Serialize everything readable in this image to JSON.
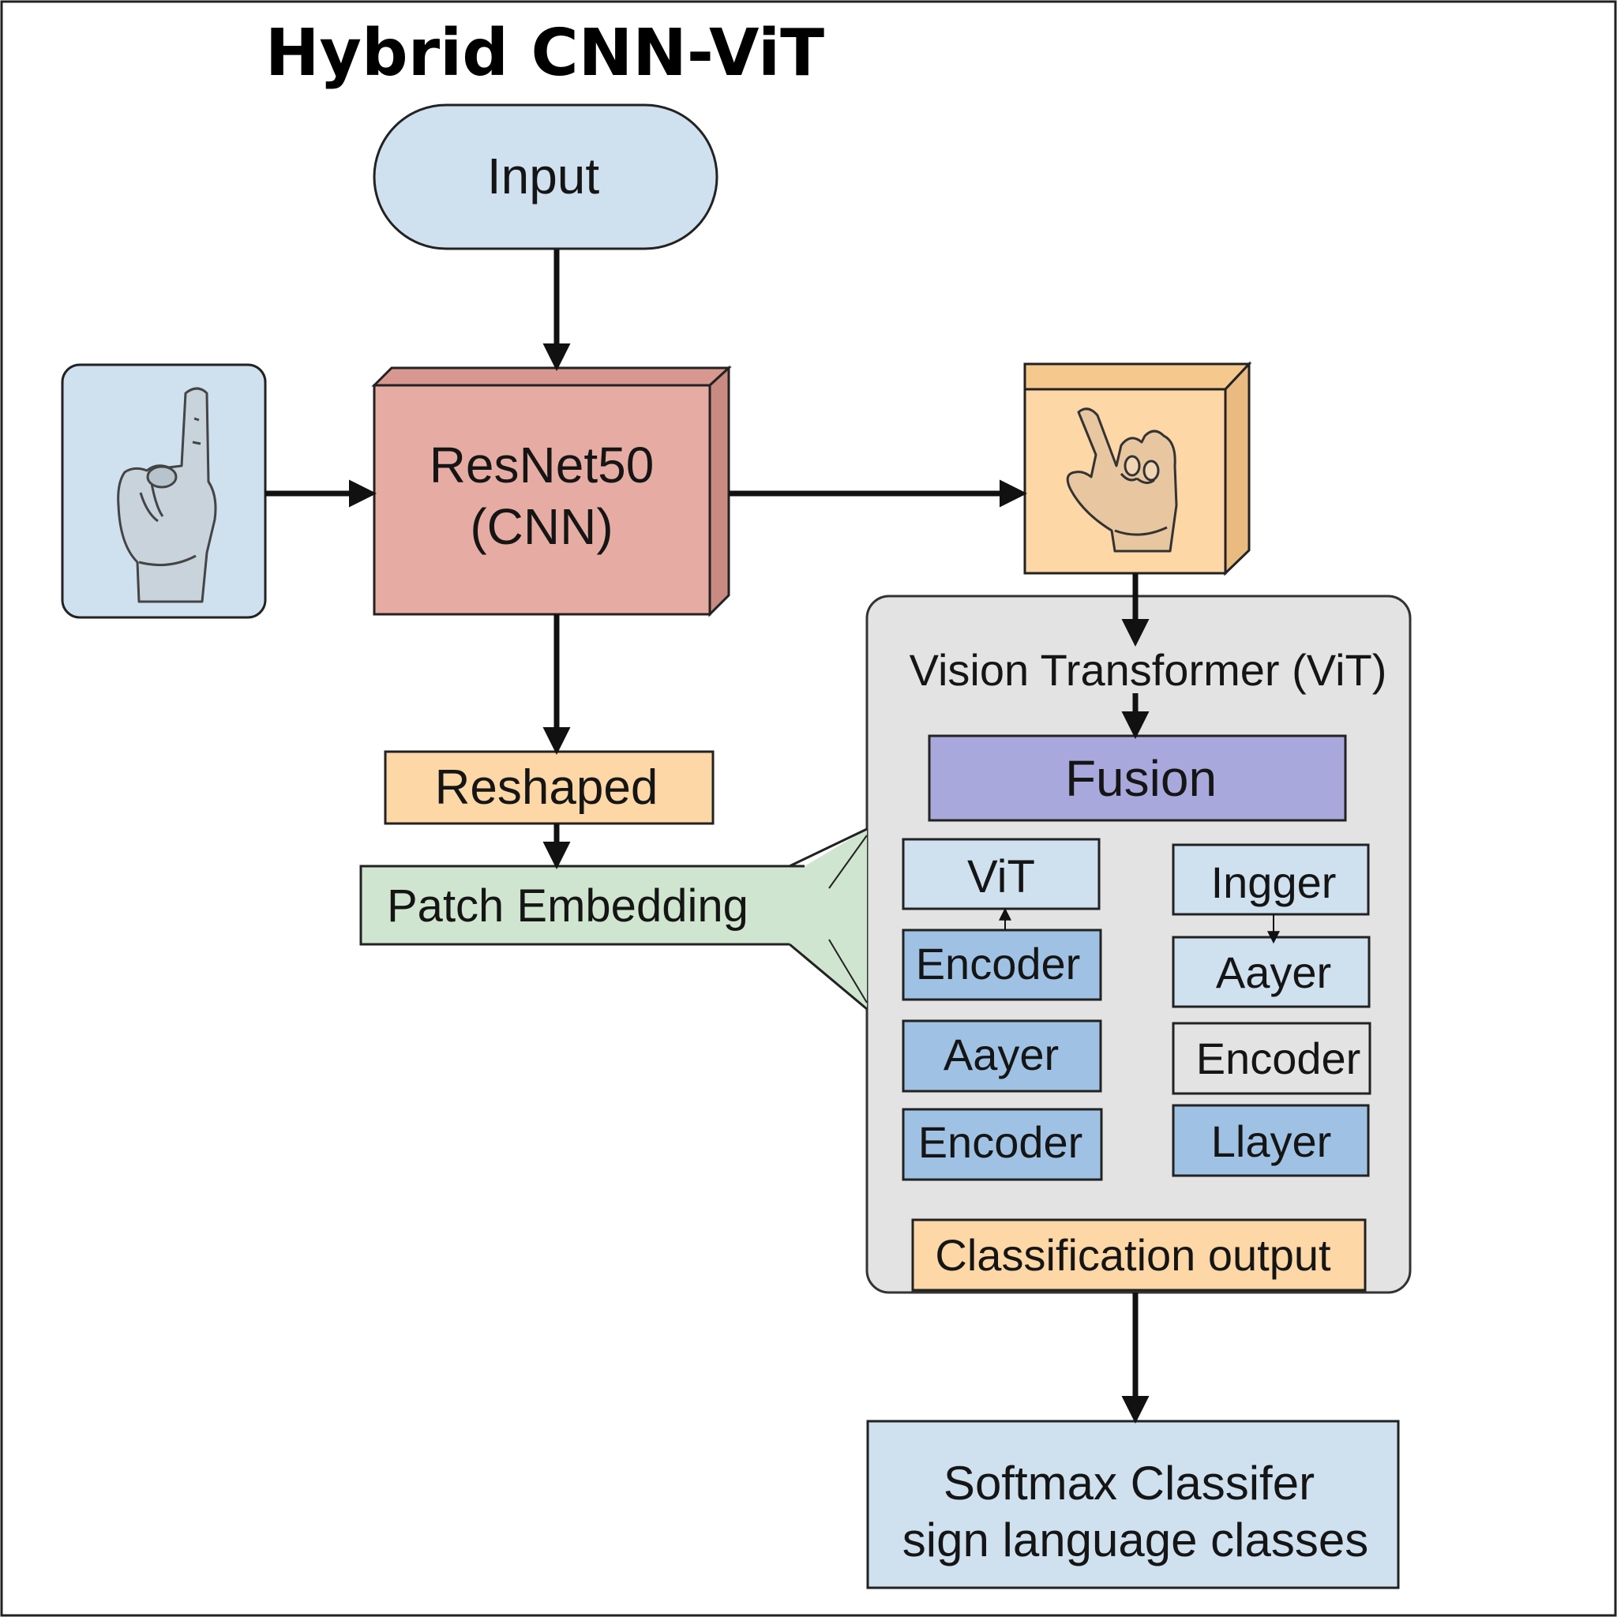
{
  "title": "Hybrid CNN-ViT",
  "nodes": {
    "input": "Input",
    "resnet_line1": "ResNet50",
    "resnet_line2": "(CNN)",
    "reshaped": "Reshaped",
    "patch_embedding": "Patch Embedding",
    "vit_container": "Vision Transformer (ViT)",
    "fusion": "Fusion",
    "left_stack": [
      "ViT",
      "Encoder",
      "Aayer",
      "Encoder"
    ],
    "right_stack": [
      "Ingger",
      "Aayer",
      "Encoder",
      "Llayer"
    ],
    "classification_output": "Classification output",
    "softmax_line1": "Softmax Classifer",
    "softmax_line2": "sign language classes"
  },
  "icons": {
    "input_hand": "hand-pointing-up-icon",
    "feature_hand": "hand-sign-icon"
  },
  "colors": {
    "input_blue": "#cfe0ef",
    "resnet_red": "#e6aca3",
    "orange": "#fdd7a6",
    "green": "#cfe5cf",
    "grey_panel": "#e3e3e3",
    "fusion_purple": "#a9a8dc",
    "encoder_blue": "#9fc2e4",
    "light_blue": "#cfe0ef"
  }
}
